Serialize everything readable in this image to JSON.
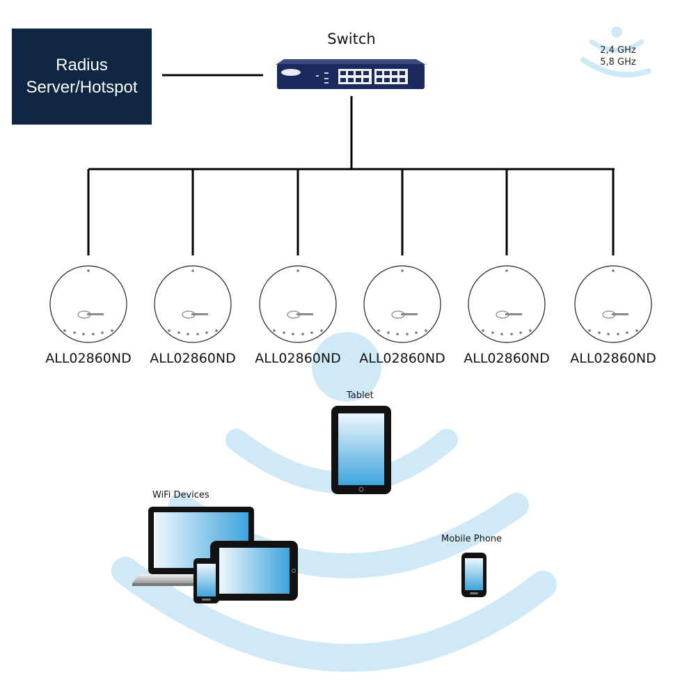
{
  "server": {
    "line1": "Radius",
    "line2": "Server/Hotspot"
  },
  "switch": {
    "label": "Switch"
  },
  "frequencies": [
    "2,4 GHz",
    "5,8 GHz"
  ],
  "access_points": [
    {
      "label": "ALL02860ND"
    },
    {
      "label": "ALL02860ND"
    },
    {
      "label": "ALL02860ND"
    },
    {
      "label": "ALL02860ND"
    },
    {
      "label": "ALL02860ND"
    },
    {
      "label": "ALL02860ND"
    }
  ],
  "devices": {
    "tablet": "Tablet",
    "wifi_devices": "WiFi Devices",
    "mobile_phone": "Mobile Phone"
  },
  "colors": {
    "server_bg": "#0f2642",
    "switch_body": "#1b2a5e",
    "wave": "#cfe9f7",
    "screen_top": "#e6f3fb",
    "screen_bottom": "#3aa2dc",
    "device_frame": "#111111"
  }
}
